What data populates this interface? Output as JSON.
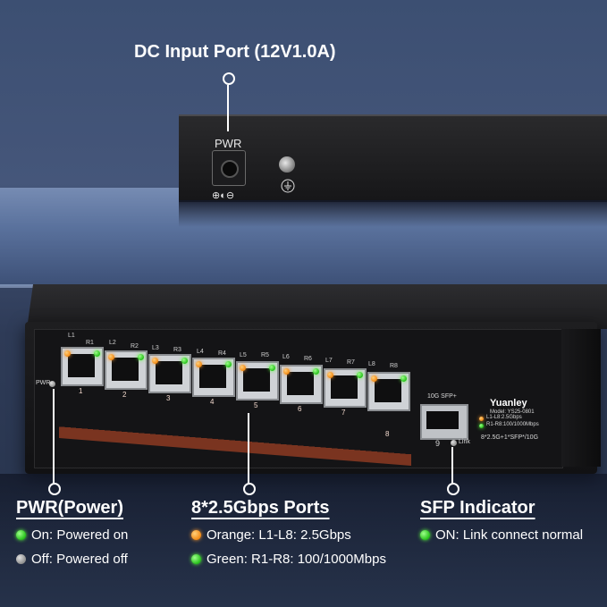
{
  "top_callout": {
    "title": "DC Input Port (12V1.0A)"
  },
  "rear_panel": {
    "pwr_label": "PWR",
    "polarity": "⊕◐⊖",
    "ground_icon": "ground-icon"
  },
  "front_panel": {
    "brand": "Yuanley",
    "model": "Model: YS25-0801",
    "led_legend_l": "L1-L8:2.5Gbps",
    "led_legend_r": "R1-R8:100/1000Mbps",
    "spec": "8*2.5G+1*SFP*/10G",
    "pwr_label": "PWR",
    "sfp_label": "10G SFP+",
    "sfp_port_number": "9",
    "link_label": "Link",
    "port_top_labels": [
      "L1",
      "R1",
      "L2",
      "R2",
      "L3",
      "R3",
      "L4",
      "R4",
      "L5",
      "R5",
      "L6",
      "R6",
      "L7",
      "R7",
      "L8",
      "R8"
    ],
    "port_numbers": [
      "1",
      "2",
      "3",
      "4",
      "5",
      "6",
      "7",
      "8"
    ]
  },
  "callouts": {
    "pwr": {
      "title": "PWR(Power)",
      "items": [
        {
          "dot": "green",
          "text": "On: Powered on"
        },
        {
          "dot": "gray",
          "text": "Off: Powered off"
        }
      ]
    },
    "ports": {
      "title": "8*2.5Gbps Ports",
      "items": [
        {
          "dot": "orange",
          "text": "Orange: L1-L8: 2.5Gbps"
        },
        {
          "dot": "green",
          "text": "Green: R1-R8: 100/1000Mbps"
        }
      ]
    },
    "sfp": {
      "title": "SFP Indicator",
      "items": [
        {
          "dot": "green",
          "text": "ON: Link connect normal"
        }
      ]
    }
  },
  "colors": {
    "led_green": "#27c21a",
    "led_orange": "#f28a14",
    "port_band": "#8a3a22"
  }
}
